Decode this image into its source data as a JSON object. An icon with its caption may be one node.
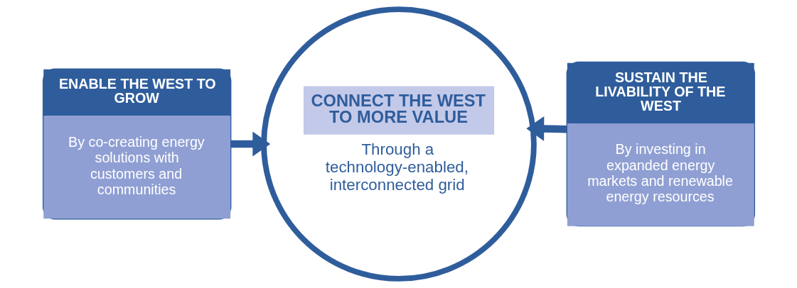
{
  "diagram": {
    "nodes": [
      {
        "text": [
          "ENABLE THE WEST TO GROW",
          "By co-creating energy solutions with customers and communities"
        ]
      },
      {
        "text": [
          "CONNECT THE WEST TO MORE VALUE",
          "Through a technology-enabled, interconnected grid"
        ]
      },
      {
        "text": [
          "SUSTAIN THE LIVABILITY OF THE WEST",
          "By investing in expanded energy markets and renewable energy resources"
        ]
      }
    ],
    "edges": [
      {
        "from": 0,
        "to": 1,
        "arrow": "to"
      },
      {
        "from": 2,
        "to": 1,
        "arrow": "to"
      }
    ]
  }
}
